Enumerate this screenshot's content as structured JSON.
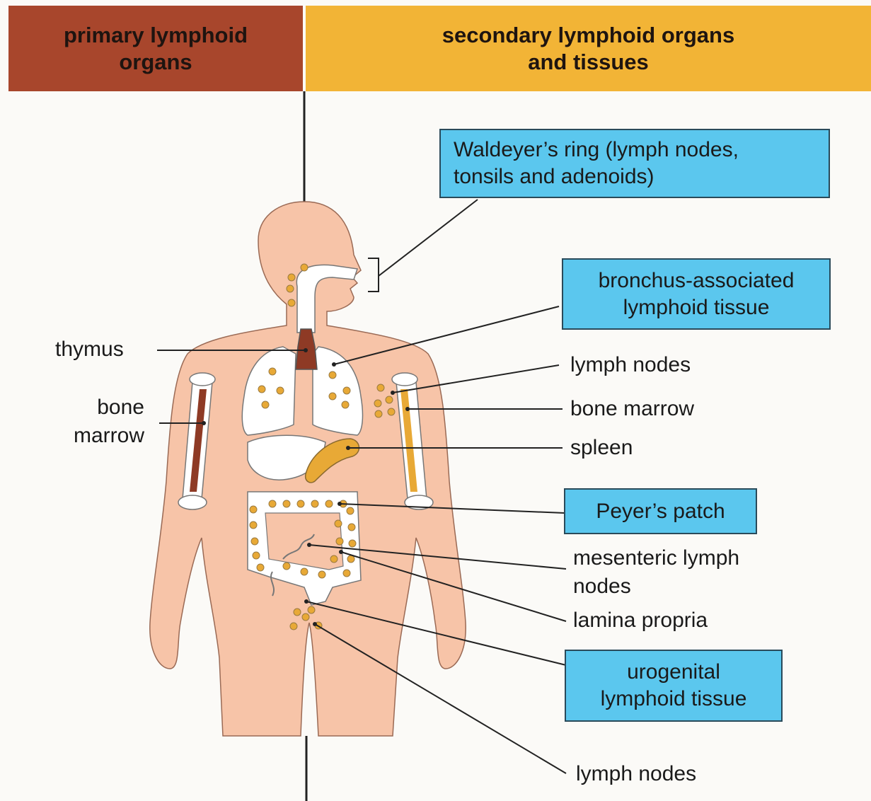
{
  "headers": {
    "primary": "primary lymphoid\norgans",
    "secondary": "secondary lymphoid organs\nand tissues"
  },
  "labels": {
    "thymus": "thymus",
    "bone_marrow_left": "bone\nmarrow",
    "lymph_nodes_arm": "lymph nodes",
    "bone_marrow_right": "bone marrow",
    "spleen": "spleen",
    "mesenteric": "mesenteric lymph\nnodes",
    "lamina_propria": "lamina propria",
    "lymph_nodes_lower": "lymph nodes"
  },
  "boxes": {
    "waldeyer": "Waldeyer’s ring (lymph nodes,\ntonsils and adenoids)",
    "balt": "bronchus-associated\nlymphoid tissue",
    "peyer": "Peyer’s patch",
    "urogenital": "urogenital\nlymphoid tissue"
  },
  "colors": {
    "primary": "#a8462c",
    "secondary": "#f2b436",
    "skin": "#f7c4a8",
    "node": "#e8a936",
    "box": "#5bc7ee"
  }
}
